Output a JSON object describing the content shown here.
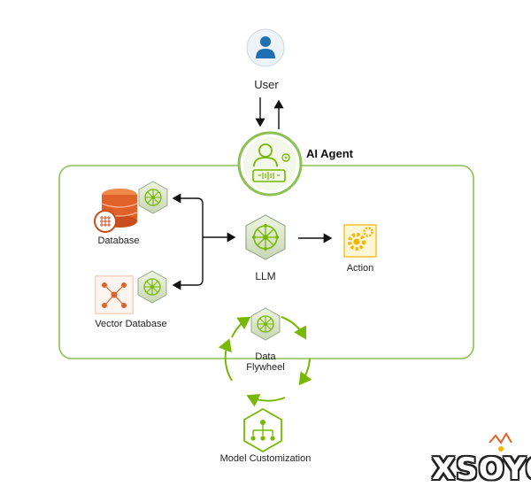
{
  "nodes": {
    "user": "User",
    "ai_agent": "AI Agent",
    "database": "Database",
    "vector_database": "Vector Database",
    "llm": "LLM",
    "action": "Action",
    "data_flywheel": "Data\nFlywheel",
    "model_customization": "Model Customization"
  },
  "colors": {
    "accent_green": "#76b900",
    "container_border": "#8cc152",
    "database_orange": "#e0622a",
    "action_yellow": "#f5b400",
    "user_blue": "#1f6fb5",
    "arrow": "#111111"
  },
  "watermark": "XSOYO"
}
